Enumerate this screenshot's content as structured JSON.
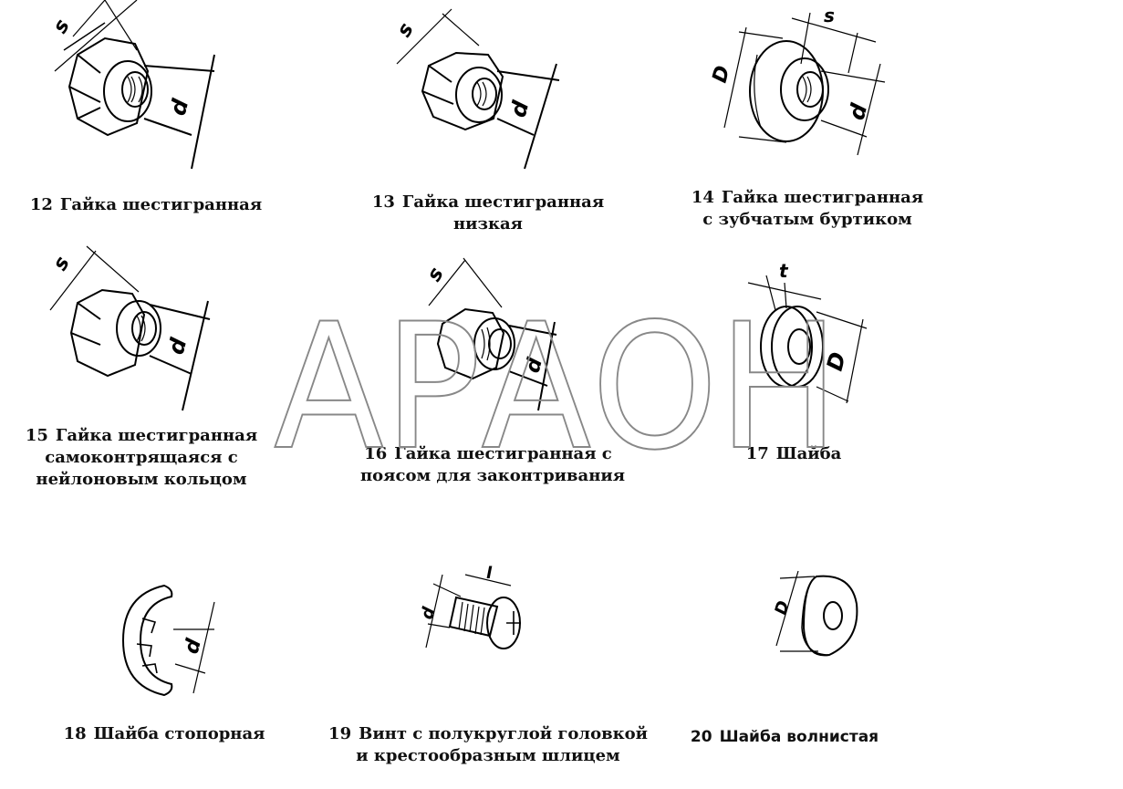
{
  "watermark": "АРАОН",
  "items": [
    {
      "num": "12",
      "lines": [
        "Гайка шестигранная"
      ],
      "dims": [
        "s",
        "d"
      ]
    },
    {
      "num": "13",
      "lines": [
        "Гайка шестигранная",
        "низкая"
      ],
      "dims": [
        "s",
        "d"
      ]
    },
    {
      "num": "14",
      "lines": [
        "Гайка шестигранная",
        "с зубчатым буртиком"
      ],
      "dims": [
        "D",
        "s",
        "d"
      ]
    },
    {
      "num": "15",
      "lines": [
        "Гайка шестигранная",
        "самоконтрящаяся с",
        "нейлоновым кольцом"
      ],
      "dims": [
        "s",
        "d"
      ]
    },
    {
      "num": "16",
      "lines": [
        "Гайка шестигранная с",
        "поясом для законтривания"
      ],
      "dims": [
        "s",
        "d"
      ]
    },
    {
      "num": "17",
      "lines": [
        "Шайба"
      ],
      "dims": [
        "t",
        "D"
      ]
    },
    {
      "num": "18",
      "lines": [
        "Шайба стопорная"
      ],
      "dims": [
        "d"
      ]
    },
    {
      "num": "19",
      "lines": [
        "Винт с полукруглой головкой",
        "и крестообразным шлицем"
      ],
      "dims": [
        "l",
        "d"
      ]
    },
    {
      "num": "20",
      "lines": [
        "Шайба волнистая"
      ],
      "dims": [
        "D"
      ]
    }
  ]
}
